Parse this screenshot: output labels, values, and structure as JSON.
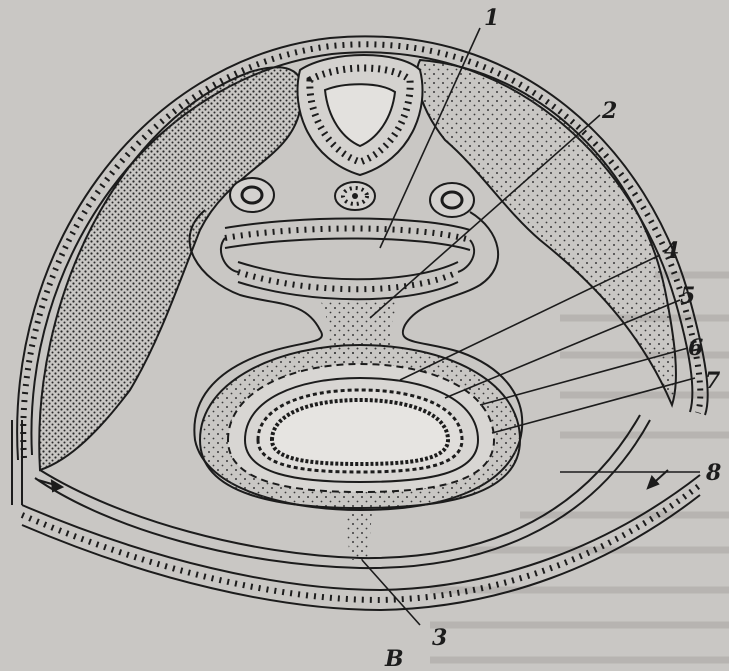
{
  "figure": {
    "colors": {
      "paper": "#c9c7c4",
      "ink": "#1c1c1c",
      "stipple": "#3a3a3a"
    },
    "labels": {
      "l1": "1",
      "l2": "2",
      "l3": "3",
      "l4": "4",
      "l5": "5",
      "l6": "6",
      "l7": "7",
      "l8": "8",
      "caption": "B"
    }
  }
}
